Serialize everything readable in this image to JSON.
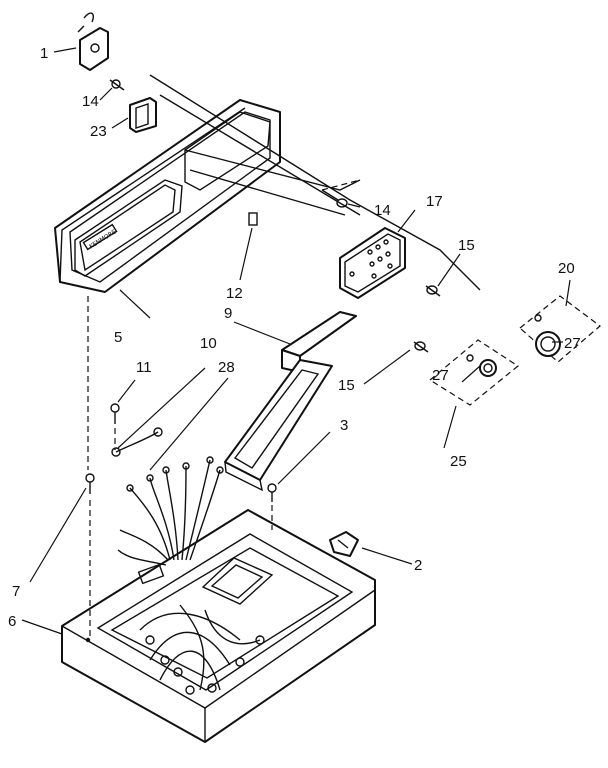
{
  "diagram": {
    "brand_text": "KENMORE",
    "callouts": {
      "p1": "1",
      "p2": "2",
      "p3": "3",
      "p5": "5",
      "p6": "6",
      "p7": "7",
      "p9": "9",
      "p10": "10",
      "p11": "11",
      "p12": "12",
      "p14a": "14",
      "p14b": "14",
      "p15a": "15",
      "p15b": "15",
      "p17": "17",
      "p20": "20",
      "p23": "23",
      "p25": "25",
      "p27a": "27",
      "p27b": "27",
      "p28": "28"
    }
  }
}
